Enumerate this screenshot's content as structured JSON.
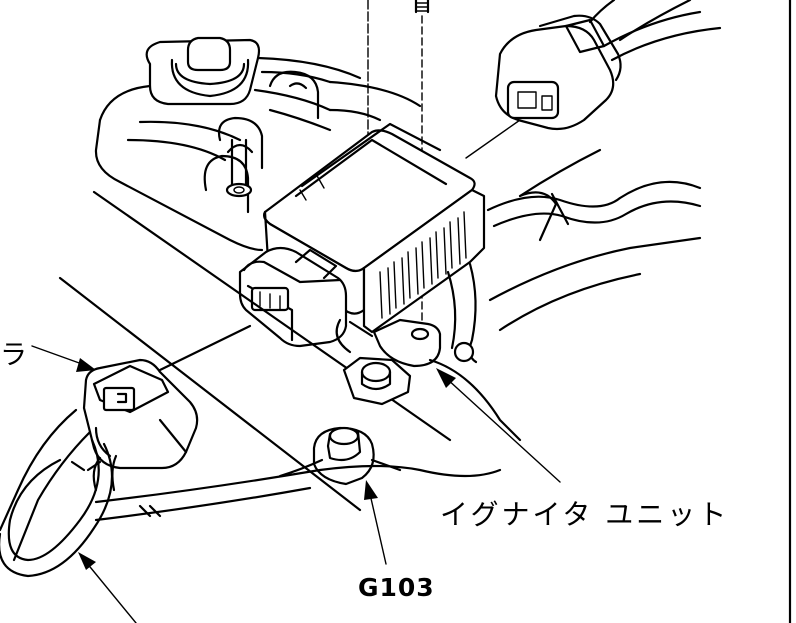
{
  "labels": {
    "ignitor_unit": "イグナイタ ユニット",
    "ground_point": "G103",
    "left_edge_fragment": "ラ"
  },
  "colors": {
    "line": "#000000",
    "background": "#ffffff"
  }
}
